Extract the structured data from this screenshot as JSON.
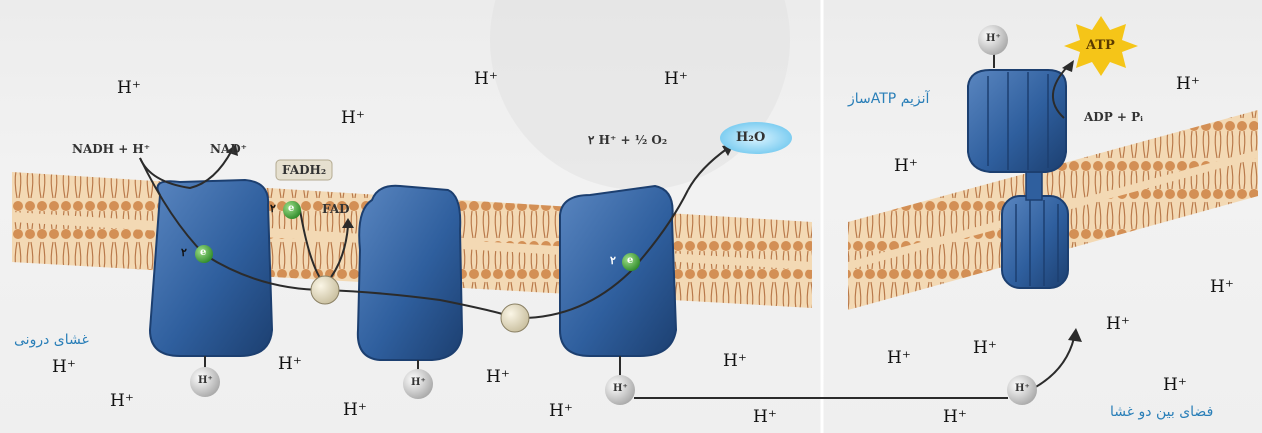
{
  "labels": {
    "h_plus": "H⁺",
    "nadh": "NADH + H⁺",
    "nad": "NAD⁺",
    "fadh2": "FADH₂",
    "fad": "FAD",
    "oxygen_eq": "۲ H⁺ + ½ O₂",
    "water": "H₂O",
    "atp": "ATP",
    "adp": "ADP + Pᵢ",
    "electron_count": "۲",
    "electron_symbol": "e",
    "ion_symbol": "H⁺"
  },
  "region_labels": {
    "inner_membrane": "غشای درونی",
    "atp_synthase": "آنزیم ATPساز",
    "intermembrane_space": "فضای بین دو غشا"
  },
  "colors": {
    "protein": "#2f5f9e",
    "membrane_head": "#d9a06b",
    "membrane_core": "#f3d9b4",
    "farsi_label": "#2a7fb8",
    "water_glow": "#8fd3f2",
    "atp_star": "#f5c518"
  }
}
